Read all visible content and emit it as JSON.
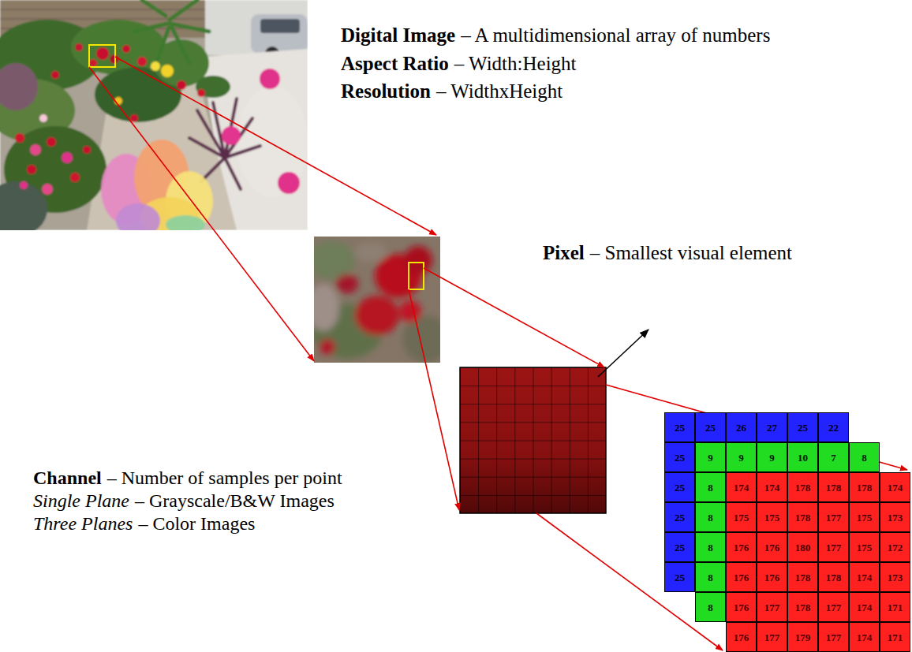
{
  "diagram": {
    "labels": [
      "Digital Image",
      "– A multidimensional array of numbers",
      "Aspect Ratio",
      "– Width:Height",
      "Resolution",
      "– WidthxHeight",
      "Pixel",
      "– Smallest visual element",
      "Channel",
      "– Number of samples per point",
      "Single Plane",
      "– Grayscale/B&W Images",
      "Three Planes",
      "– Color Images",
      "25",
      "25",
      "26",
      "27",
      "25",
      "22",
      "25",
      "25",
      "25",
      "25",
      "25",
      "9",
      "9",
      "9",
      "10",
      "7",
      "8",
      "8",
      "8",
      "8",
      "8",
      "8",
      "174",
      "174",
      "178",
      "178",
      "178",
      "174",
      "175",
      "175",
      "178",
      "177",
      "175",
      "173",
      "176",
      "176",
      "180",
      "177",
      "175",
      "172",
      "176",
      "176",
      "178",
      "178",
      "174",
      "173",
      "176",
      "177",
      "178",
      "177",
      "174",
      "171",
      "176",
      "177",
      "179",
      "177",
      "174",
      "171"
    ]
  }
}
